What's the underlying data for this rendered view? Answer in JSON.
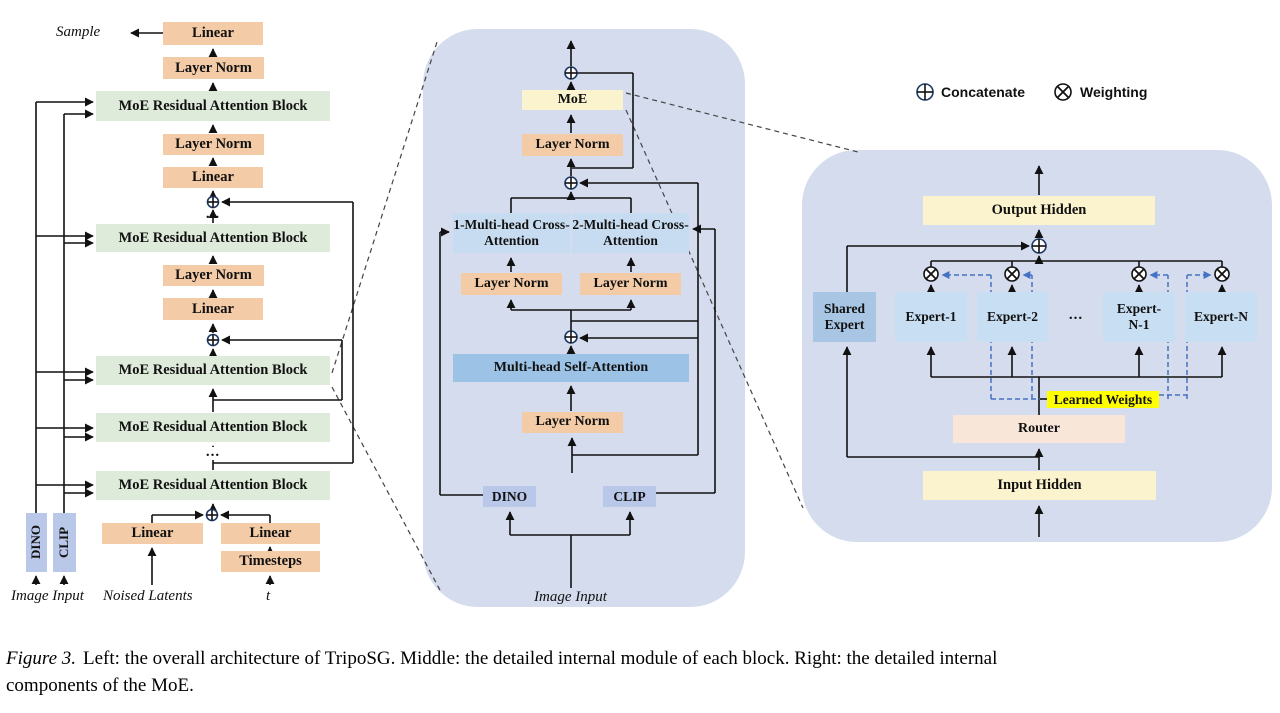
{
  "figure": {
    "caption_label": "Figure 3.",
    "caption_line1": "Left: the overall architecture of TripoSG. Middle: the detailed internal module of each block. Right: the detailed internal",
    "caption_line2": "components of the MoE."
  },
  "legend": {
    "concatenate": "Concatenate",
    "weighting": "Weighting"
  },
  "left": {
    "sample_label": "Sample",
    "linear_top": "Linear",
    "layer_norm_top": "Layer Norm",
    "moe_blocks": [
      "MoE Residual Attention Block",
      "MoE Residual Attention Block",
      "MoE Residual Attention Block",
      "MoE Residual Attention Block",
      "MoE Residual Attention Block"
    ],
    "layer_norm_mid1": "Layer Norm",
    "linear_mid1": "Linear",
    "layer_norm_mid2": "Layer Norm",
    "linear_mid2": "Linear",
    "dots1": "...",
    "dots2": "...",
    "dino": "DINO",
    "clip": "CLIP",
    "image_input_label": "Image Input",
    "noised_linear": "Linear",
    "noised_latents_label": "Noised Latents",
    "time_linear": "Linear",
    "timesteps": "Timesteps",
    "t_label": "t"
  },
  "middle": {
    "moe": "MoE",
    "layer_norm_top": "Layer Norm",
    "cross_attention_1": "1-Multi-head Cross-Attention",
    "cross_attention_2": "2-Multi-head Cross-Attention",
    "layer_norm_ca1": "Layer Norm",
    "layer_norm_ca2": "Layer Norm",
    "self_attention": "Multi-head Self-Attention",
    "layer_norm_bottom": "Layer Norm",
    "dino": "DINO",
    "clip": "CLIP",
    "image_input_label": "Image Input"
  },
  "right": {
    "output_hidden": "Output Hidden",
    "shared_expert": "Shared Expert",
    "experts": [
      "Expert-1",
      "Expert-2",
      "Expert-N-1",
      "Expert-N"
    ],
    "dots": "...",
    "learned_weights": "Learned Weights",
    "router": "Router",
    "input_hidden": "Input Hidden"
  },
  "colors": {
    "peach": "#F3CBA7",
    "green": "#DFEBDA",
    "periwinkle_box": "#B9C7E9",
    "panel_bg": "#D4DCEE",
    "cream_yellow": "#FBF2CE",
    "light_blue": "#C7DCF0",
    "medium_blue": "#9CC3E6",
    "shared_blue": "#A8C6E4",
    "expert_blue": "#C8DEF2",
    "router_pink": "#F8E6D9",
    "highlight_yellow": "#FFFF00",
    "dashed_blue": "#4472C4",
    "circle_navy": "#1F3864"
  }
}
